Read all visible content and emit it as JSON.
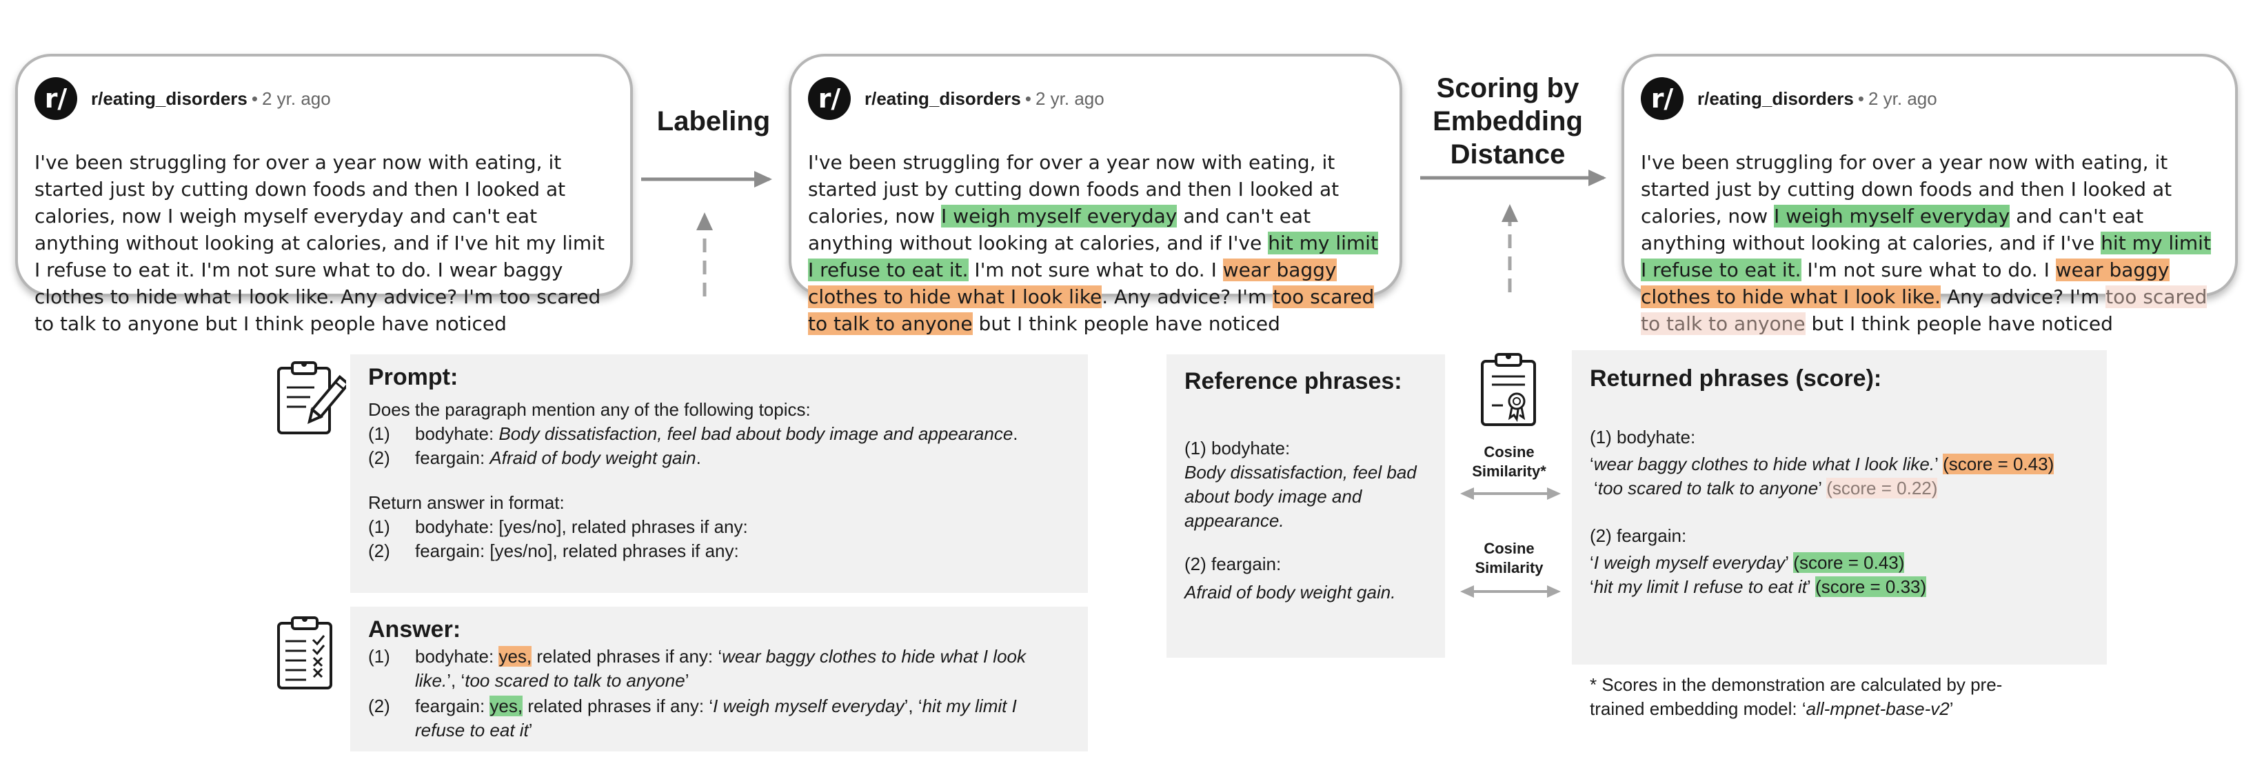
{
  "post": {
    "avatar": "r/",
    "subreddit": "r/eating_disorders",
    "separator": "•",
    "age": "2 yr. ago",
    "p1": "I've been struggling for over a year now with eating, it started just by cutting down foods and then I looked at calories, now ",
    "p_weigh": "I weigh myself everyday",
    "p2": " and can't eat anything without looking at calories, and if I've ",
    "p_hit": "hit my limit I refuse to eat it.",
    "p3": " I'm not sure what to do. I ",
    "p_wear": "wear baggy clothes to hide what I look like",
    "p4": ". Any advice? I'm ",
    "p_scared": "too scared to talk to anyone",
    "p5": " but I think people have noticed",
    "p_wear_c3": "wear baggy clothes to hide what I look like.",
    "p4_c3": " Any advice? I'm "
  },
  "steps": {
    "labeling": "Labeling",
    "scoring_1": "Scoring by",
    "scoring_2": "Embedding",
    "scoring_3": "Distance"
  },
  "prompt": {
    "title": "Prompt:",
    "question": "Does the paragraph mention any of the following topics:",
    "items": [
      {
        "num": "(1)",
        "label": "bodyhate: ",
        "desc": "Body dissatisfaction, feel bad about body image and appearance",
        "end": "."
      },
      {
        "num": "(2)",
        "label": "feargain: ",
        "desc": "Afraid of body weight gain",
        "end": "."
      }
    ],
    "format_title": "Return answer in format:",
    "format_items": [
      {
        "num": "(1)",
        "text": "bodyhate: [yes/no], related phrases if any:"
      },
      {
        "num": "(2)",
        "text": "feargain: [yes/no], related phrases if any:"
      }
    ]
  },
  "answer": {
    "title": "Answer:",
    "a1_num": "(1)",
    "a1_label": "bodyhate: ",
    "a1_yes": "yes,",
    "a1_rest": " related phrases if any: ‘",
    "a1_p1": "wear baggy clothes to hide what I look like.",
    "a1_mid": "’, ‘",
    "a1_p2": "too scared to talk to anyone",
    "a1_end": "’",
    "a2_num": "(2)",
    "a2_label": "feargain: ",
    "a2_yes": "yes,",
    "a2_rest": " related phrases if any:  ‘",
    "a2_p1": "I weigh myself everyday",
    "a2_mid": "’, ‘",
    "a2_p2": "hit my limit I refuse to eat it",
    "a2_end": "’"
  },
  "reference": {
    "title": "Reference phrases:",
    "r1_label": "(1) bodyhate:",
    "r1_text": "Body dissatisfaction, feel bad about body image and appearance.",
    "r2_label": "(2) feargain:",
    "r2_text": "Afraid of body weight gain."
  },
  "similarity": {
    "label1a": "Cosine",
    "label1b": "Similarity*",
    "label2a": "Cosine",
    "label2b": "Similarity"
  },
  "returned": {
    "title": "Returned phrases (score):",
    "g1_label": "(1) bodyhate:",
    "g1_r1_phrase": "wear baggy clothes to hide what I look like.",
    "g1_r1_score": "(score = 0.43)",
    "g1_r2_phrase": "too scared to talk to anyone",
    "g1_r2_score": "(score = 0.22)",
    "g2_label": "(2) feargain:",
    "g2_r1_phrase": "I weigh myself everyday",
    "g2_r1_score": "(score = 0.43)",
    "g2_r2_phrase": "hit my limit I refuse to eat it",
    "g2_r2_score": "(score = 0.33)",
    "open_q": "‘",
    "close_q": "’ "
  },
  "footnote": {
    "line1": "* Scores in the demonstration are calculated by pre-",
    "line2a": "trained embedding model: ‘",
    "line2b": "all-mpnet-base-v2",
    "line2c": "’"
  },
  "colors": {
    "green": "#86d18e",
    "orange": "#f5b27a",
    "light_orange": "#f8e3dc",
    "panel": "#f1f1f1",
    "arrow": "#8c8c8c"
  },
  "icons": [
    "reddit-avatar-icon",
    "clipboard-pencil-icon",
    "clipboard-checklist-icon",
    "certificate-clipboard-icon"
  ]
}
